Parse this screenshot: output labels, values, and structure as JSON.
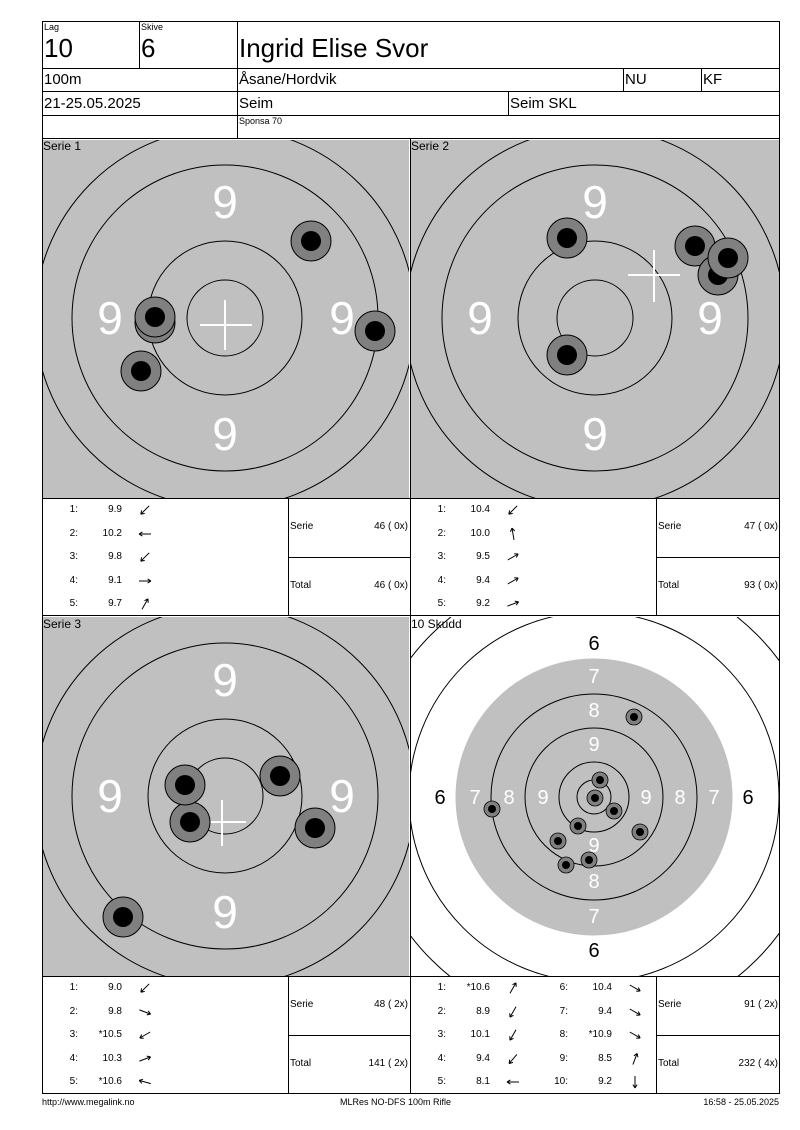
{
  "header": {
    "lag_label": "Lag",
    "lag": "10",
    "skive_label": "Skive",
    "skive": "6",
    "name": "Ingrid Elise Svor",
    "distance": "100m",
    "club": "Åsane/Hordvik",
    "class1": "NU",
    "class2": "KF",
    "date": "21-25.05.2025",
    "place": "Seim",
    "organizer": "Seim SKL",
    "sponsor": "Sponsa 70"
  },
  "series": [
    {
      "title": "Serie 1",
      "shots": [
        {
          "n": "1:",
          "v": "9.9",
          "dir": 225
        },
        {
          "n": "2:",
          "v": "10.2",
          "dir": 180
        },
        {
          "n": "3:",
          "v": "9.8",
          "dir": 225
        },
        {
          "n": "4:",
          "v": "9.1",
          "dir": 0
        },
        {
          "n": "5:",
          "v": "9.7",
          "dir": 60
        }
      ],
      "serie_label": "Serie",
      "serie_value": "46 ( 0x)",
      "total_label": "Total",
      "total_value": "46 ( 0x)",
      "holes": [
        [
          -70,
          5
        ],
        [
          -84,
          53
        ],
        [
          86,
          -77
        ],
        [
          150,
          13
        ],
        [
          -70,
          -1
        ]
      ]
    },
    {
      "title": "Serie 2",
      "shots": [
        {
          "n": "1:",
          "v": "10.4",
          "dir": 225
        },
        {
          "n": "2:",
          "v": "10.0",
          "dir": 100
        },
        {
          "n": "3:",
          "v": "9.5",
          "dir": 30
        },
        {
          "n": "4:",
          "v": "9.4",
          "dir": 30
        },
        {
          "n": "5:",
          "v": "9.2",
          "dir": 20
        }
      ],
      "serie_label": "Serie",
      "serie_value": "47 ( 0x)",
      "total_label": "Total",
      "total_value": "93 ( 0x)",
      "holes": [
        [
          -28,
          37
        ],
        [
          -28,
          -80
        ],
        [
          100,
          -72
        ],
        [
          123,
          -43
        ],
        [
          133,
          -60
        ]
      ]
    },
    {
      "title": "Serie 3",
      "shots": [
        {
          "n": "1:",
          "v": "9.0",
          "dir": 225
        },
        {
          "n": "2:",
          "v": "9.8",
          "dir": 340
        },
        {
          "n": "3:",
          "v": "*10.5",
          "dir": 210
        },
        {
          "n": "4:",
          "v": "10.3",
          "dir": 20
        },
        {
          "n": "5:",
          "v": "*10.6",
          "dir": 165
        }
      ],
      "serie_label": "Serie",
      "serie_value": "48 ( 2x)",
      "total_label": "Total",
      "total_value": "141 ( 2x)",
      "holes": [
        [
          -102,
          121
        ],
        [
          90,
          32
        ],
        [
          -35,
          26
        ],
        [
          55,
          -20
        ],
        [
          -40,
          -11
        ]
      ]
    },
    {
      "title": "10 Skudd",
      "shots": [
        {
          "n": "1:",
          "v": "*10.6",
          "dir": 60
        },
        {
          "n": "2:",
          "v": "8.9",
          "dir": 240
        },
        {
          "n": "3:",
          "v": "10.1",
          "dir": 240
        },
        {
          "n": "4:",
          "v": "9.4",
          "dir": 230
        },
        {
          "n": "5:",
          "v": "8.1",
          "dir": 180
        },
        {
          "n": "6:",
          "v": "10.4",
          "dir": 330
        },
        {
          "n": "7:",
          "v": "9.4",
          "dir": 330
        },
        {
          "n": "8:",
          "v": "*10.9",
          "dir": 330
        },
        {
          "n": "9:",
          "v": "8.5",
          "dir": 70
        },
        {
          "n": "10:",
          "v": "9.2",
          "dir": 270
        }
      ],
      "serie_label": "Serie",
      "serie_value": "91 ( 2x)",
      "total_label": "Total",
      "total_value": "232 ( 4x)",
      "holes": [
        [
          6,
          -17
        ],
        [
          40,
          -80
        ],
        [
          -16,
          29
        ],
        [
          20,
          14
        ],
        [
          -102,
          12
        ],
        [
          -36,
          44
        ],
        [
          -28,
          68
        ],
        [
          1,
          1
        ],
        [
          46,
          35
        ],
        [
          -5,
          63
        ]
      ]
    }
  ],
  "footer": {
    "url": "http://www.megalink.no",
    "program": "MLRes NO-DFS 100m Rifle",
    "timestamp": "16:58 - 25.05.2025"
  },
  "target_labels": {
    "nine": "9",
    "r6": "6",
    "r7": "7",
    "r8": "8",
    "r9": "9"
  },
  "colors": {
    "gray": "#c0c0c0",
    "shot_outer": "#808080",
    "shot_inner": "#000000"
  }
}
